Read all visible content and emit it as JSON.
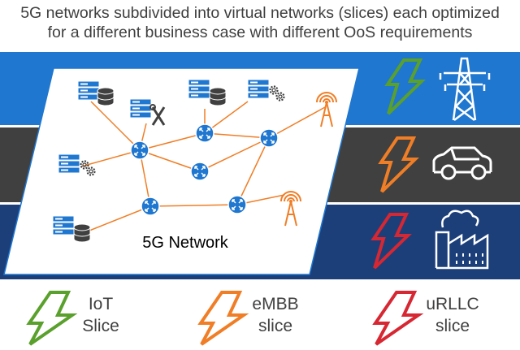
{
  "title": {
    "line1": "5G networks subdivided into virtual networks (slices) each optimized",
    "line2": "for a different business case with different OoS requirements"
  },
  "network": {
    "label": "5G Network"
  },
  "bands": [
    {
      "name": "iot",
      "color": "#1f77d0",
      "bolt_color": "#5aa02c",
      "icon": "power-tower-icon"
    },
    {
      "name": "embb",
      "color": "#404040",
      "bolt_color": "#f07e26",
      "icon": "car-icon"
    },
    {
      "name": "urllc",
      "color": "#1c3f7a",
      "bolt_color": "#d62732",
      "icon": "factory-icon"
    }
  ],
  "colors": {
    "link": "#f07e26",
    "node": "#1f77d0",
    "server": "#1f77d0",
    "title_text": "#3f3f3f"
  },
  "legend": [
    {
      "line1": "IoT",
      "line2": "Slice",
      "color": "#5aa02c"
    },
    {
      "line1": "eMBB",
      "line2": "slice",
      "color": "#f07e26"
    },
    {
      "line1": "uRLLC",
      "line2": "slice",
      "color": "#d62732"
    }
  ]
}
